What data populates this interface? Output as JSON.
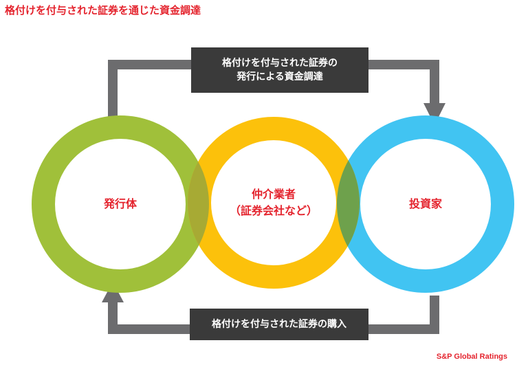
{
  "title": "格付けを付与された証券を通じた資金調達",
  "top_label": {
    "line1": "格付けを付与された証券の",
    "line2": "発行による資金調達"
  },
  "bottom_label": "格付けを付与された証券の購入",
  "nodes": {
    "issuer": "発行体",
    "intermediary_line1": "仲介業者",
    "intermediary_line2": "（証券会社など）",
    "investor": "投資家"
  },
  "source": "S&P Global Ratings",
  "colors": {
    "title_red": "#e4232d",
    "issuer_ring": "#a0c03a",
    "intermediary_ring": "#fcc10b",
    "investor_ring": "#41c4f2",
    "overlap_left": "#a7aa34",
    "overlap_right": "#6ea14c",
    "arrow_gray": "#6c6c6e",
    "label_box": "#3a3a3a"
  }
}
